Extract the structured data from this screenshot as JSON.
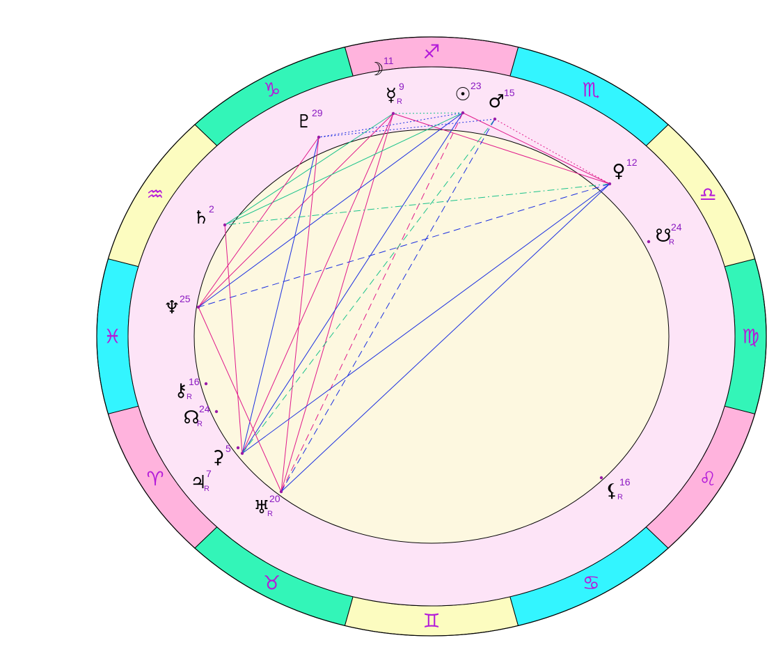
{
  "colors": {
    "pink": "#ffb3dd",
    "cyan": "#33f5ff",
    "yellow": "#fcfcc0",
    "green": "#33f5b8",
    "inner_band": "#fde4f7",
    "inner_disc": "#fdf8e0",
    "glyph": "#b41bd9",
    "degree": "#8a18c0",
    "magenta": "#e0188a",
    "blue": "#1a2ee0",
    "teal": "#19c28a"
  },
  "signs": [
    {
      "name": "aries-sign",
      "glyph": "♈",
      "color": "pink"
    },
    {
      "name": "taurus-sign",
      "glyph": "♉",
      "color": "green"
    },
    {
      "name": "gemini-sign",
      "glyph": "♊",
      "color": "yellow"
    },
    {
      "name": "cancer-sign",
      "glyph": "♋",
      "color": "cyan"
    },
    {
      "name": "leo-sign",
      "glyph": "♌",
      "color": "pink"
    },
    {
      "name": "virgo-sign",
      "glyph": "♍",
      "color": "green"
    },
    {
      "name": "libra-sign",
      "glyph": "♎",
      "color": "yellow"
    },
    {
      "name": "scorpio-sign",
      "glyph": "♏",
      "color": "cyan"
    },
    {
      "name": "sagittarius-sign",
      "glyph": "♐",
      "color": "pink"
    },
    {
      "name": "capricorn-sign",
      "glyph": "♑",
      "color": "green"
    },
    {
      "name": "aquarius-sign",
      "glyph": "♒",
      "color": "yellow"
    },
    {
      "name": "pisces-sign",
      "glyph": "♓",
      "color": "cyan"
    }
  ],
  "planets": [
    {
      "name": "moon",
      "glyph": "☽",
      "degree": "11",
      "retro": ""
    },
    {
      "name": "mercury",
      "glyph": "☿",
      "degree": "9",
      "retro": "R"
    },
    {
      "name": "sun",
      "glyph": "☉",
      "degree": "23",
      "retro": ""
    },
    {
      "name": "mars",
      "glyph": "♂",
      "degree": "15",
      "retro": ""
    },
    {
      "name": "pluto",
      "glyph": "♇",
      "degree": "29",
      "retro": ""
    },
    {
      "name": "venus",
      "glyph": "♀",
      "degree": "12",
      "retro": ""
    },
    {
      "name": "saturn",
      "glyph": "♄",
      "degree": "2",
      "retro": ""
    },
    {
      "name": "south-node",
      "glyph": "☋",
      "degree": "24",
      "retro": "R"
    },
    {
      "name": "neptune",
      "glyph": "♆",
      "degree": "25",
      "retro": ""
    },
    {
      "name": "chiron",
      "glyph": "⚷",
      "degree": "16",
      "retro": "R"
    },
    {
      "name": "north-node",
      "glyph": "☊",
      "degree": "24",
      "retro": "R"
    },
    {
      "name": "ceres",
      "glyph": "⚳",
      "degree": "5",
      "retro": ""
    },
    {
      "name": "jupiter",
      "glyph": "♃",
      "degree": "7",
      "retro": "R"
    },
    {
      "name": "uranus",
      "glyph": "♅",
      "degree": "20",
      "retro": "R"
    },
    {
      "name": "lilith",
      "glyph": "⚸",
      "degree": "16",
      "retro": "R"
    }
  ],
  "aspects": [
    {
      "from": "mercury",
      "to": "venus",
      "color": "magenta",
      "style": "solid"
    },
    {
      "from": "mercury",
      "to": "ceres",
      "color": "magenta",
      "style": "solid"
    },
    {
      "from": "mercury",
      "to": "neptune",
      "color": "magenta",
      "style": "solid"
    },
    {
      "from": "mercury",
      "to": "uranus",
      "color": "magenta",
      "style": "solid"
    },
    {
      "from": "mercury",
      "to": "saturn",
      "color": "teal",
      "style": "solid"
    },
    {
      "from": "sun",
      "to": "venus",
      "color": "magenta",
      "style": "solid"
    },
    {
      "from": "sun",
      "to": "ceres",
      "color": "blue",
      "style": "solid"
    },
    {
      "from": "sun",
      "to": "neptune",
      "color": "blue",
      "style": "solid"
    },
    {
      "from": "sun",
      "to": "saturn",
      "color": "teal",
      "style": "solid"
    },
    {
      "from": "sun",
      "to": "uranus",
      "color": "magenta",
      "style": "dashed"
    },
    {
      "from": "sun",
      "to": "mercury",
      "color": "teal",
      "style": "dotted"
    },
    {
      "from": "sun",
      "to": "pluto",
      "color": "blue",
      "style": "dotted"
    },
    {
      "from": "mars",
      "to": "pluto",
      "color": "blue",
      "style": "dotted"
    },
    {
      "from": "mars",
      "to": "venus",
      "color": "magenta",
      "style": "dotted"
    },
    {
      "from": "mars",
      "to": "ceres",
      "color": "teal",
      "style": "dashed"
    },
    {
      "from": "mars",
      "to": "uranus",
      "color": "blue",
      "style": "dashed"
    },
    {
      "from": "pluto",
      "to": "ceres",
      "color": "blue",
      "style": "solid"
    },
    {
      "from": "pluto",
      "to": "uranus",
      "color": "magenta",
      "style": "solid"
    },
    {
      "from": "pluto",
      "to": "neptune",
      "color": "magenta",
      "style": "solid"
    },
    {
      "from": "venus",
      "to": "saturn",
      "color": "teal",
      "style": "dashdot"
    },
    {
      "from": "venus",
      "to": "neptune",
      "color": "blue",
      "style": "dashed"
    },
    {
      "from": "venus",
      "to": "ceres",
      "color": "blue",
      "style": "solid"
    },
    {
      "from": "venus",
      "to": "uranus",
      "color": "blue",
      "style": "solid"
    },
    {
      "from": "saturn",
      "to": "ceres",
      "color": "magenta",
      "style": "solid"
    },
    {
      "from": "neptune",
      "to": "uranus",
      "color": "magenta",
      "style": "solid"
    }
  ]
}
